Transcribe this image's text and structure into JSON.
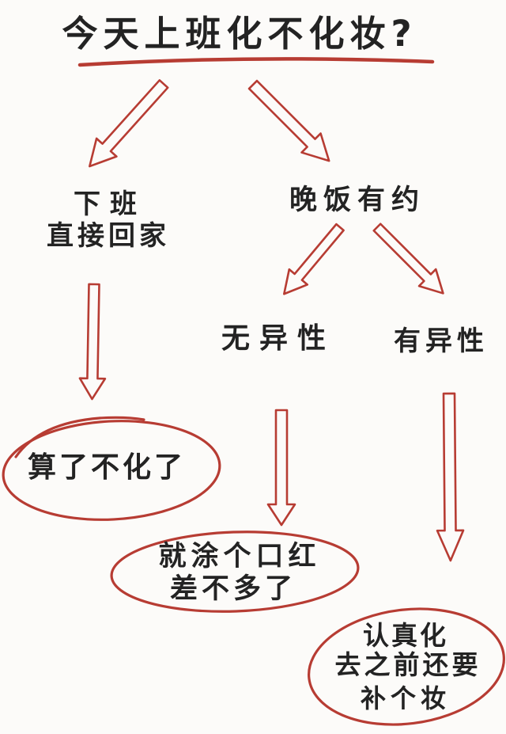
{
  "colors": {
    "background": "#fcfbf9",
    "ink": "#232323",
    "marker_red": "#b73c33"
  },
  "title": {
    "text": "今天上班化不化妆?"
  },
  "nodes": {
    "go_home": {
      "line1": "下班",
      "line2": "直接回家"
    },
    "dinner_plans": {
      "text": "晚饭有约"
    },
    "no_opposite_sex": {
      "text": "无异性"
    },
    "with_opposite_sex": {
      "text": "有异性"
    },
    "outcome_no_makeup": {
      "text": "算了不化了"
    },
    "outcome_lipstick": {
      "line1": "就涂个口红",
      "line2": "差不多了"
    },
    "outcome_full_makeup": {
      "line1": "认真化",
      "line2": "去之前还要",
      "line3": "补个妆"
    }
  },
  "edges": [
    {
      "from": "title",
      "to": "go_home"
    },
    {
      "from": "title",
      "to": "dinner_plans"
    },
    {
      "from": "go_home",
      "to": "outcome_no_makeup"
    },
    {
      "from": "dinner_plans",
      "to": "no_opposite_sex"
    },
    {
      "from": "dinner_plans",
      "to": "with_opposite_sex"
    },
    {
      "from": "no_opposite_sex",
      "to": "outcome_lipstick"
    },
    {
      "from": "with_opposite_sex",
      "to": "outcome_full_makeup"
    }
  ]
}
